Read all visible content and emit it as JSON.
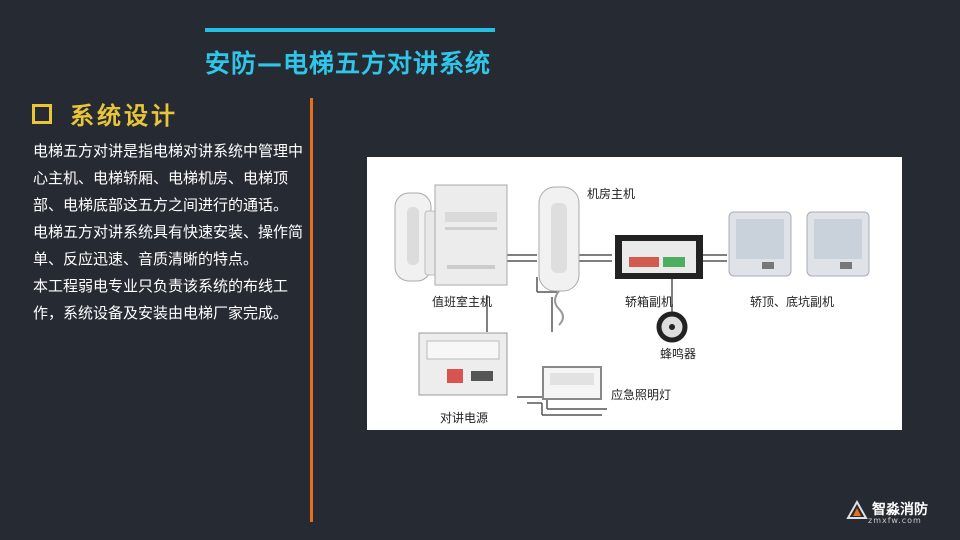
{
  "slide": {
    "title": "安防—电梯五方对讲系统",
    "section_title": "系统设计",
    "paragraphs": [
      "电梯五方对讲是指电梯对讲系统中管理中心主机、电梯轿厢、电梯机房、电梯顶部、电梯底部这五方之间进行的通话。",
      "电梯五方对讲系统具有快速安装、操作简单、反应迅速、音质清晰的特点。",
      "本工程弱电专业只负责该系统的布线工作，系统设备及安装由电梯厂家完成。"
    ]
  },
  "diagram": {
    "labels": {
      "duty_host": "值班室主机",
      "machine_room_host": "机房主机",
      "car_extension": "轿箱副机",
      "top_bottom_extension": "轿顶、底坑副机",
      "buzzer": "蜂鸣器",
      "power_supply": "对讲电源",
      "emergency_light": "应急照明灯"
    }
  },
  "logo": {
    "name": "智淼消防",
    "url": "zmxfw.com"
  },
  "colors": {
    "background": "#262a33",
    "title": "#2fc6ea",
    "section": "#e8c637",
    "divider": "#e86f1c",
    "text": "#ffffff"
  }
}
